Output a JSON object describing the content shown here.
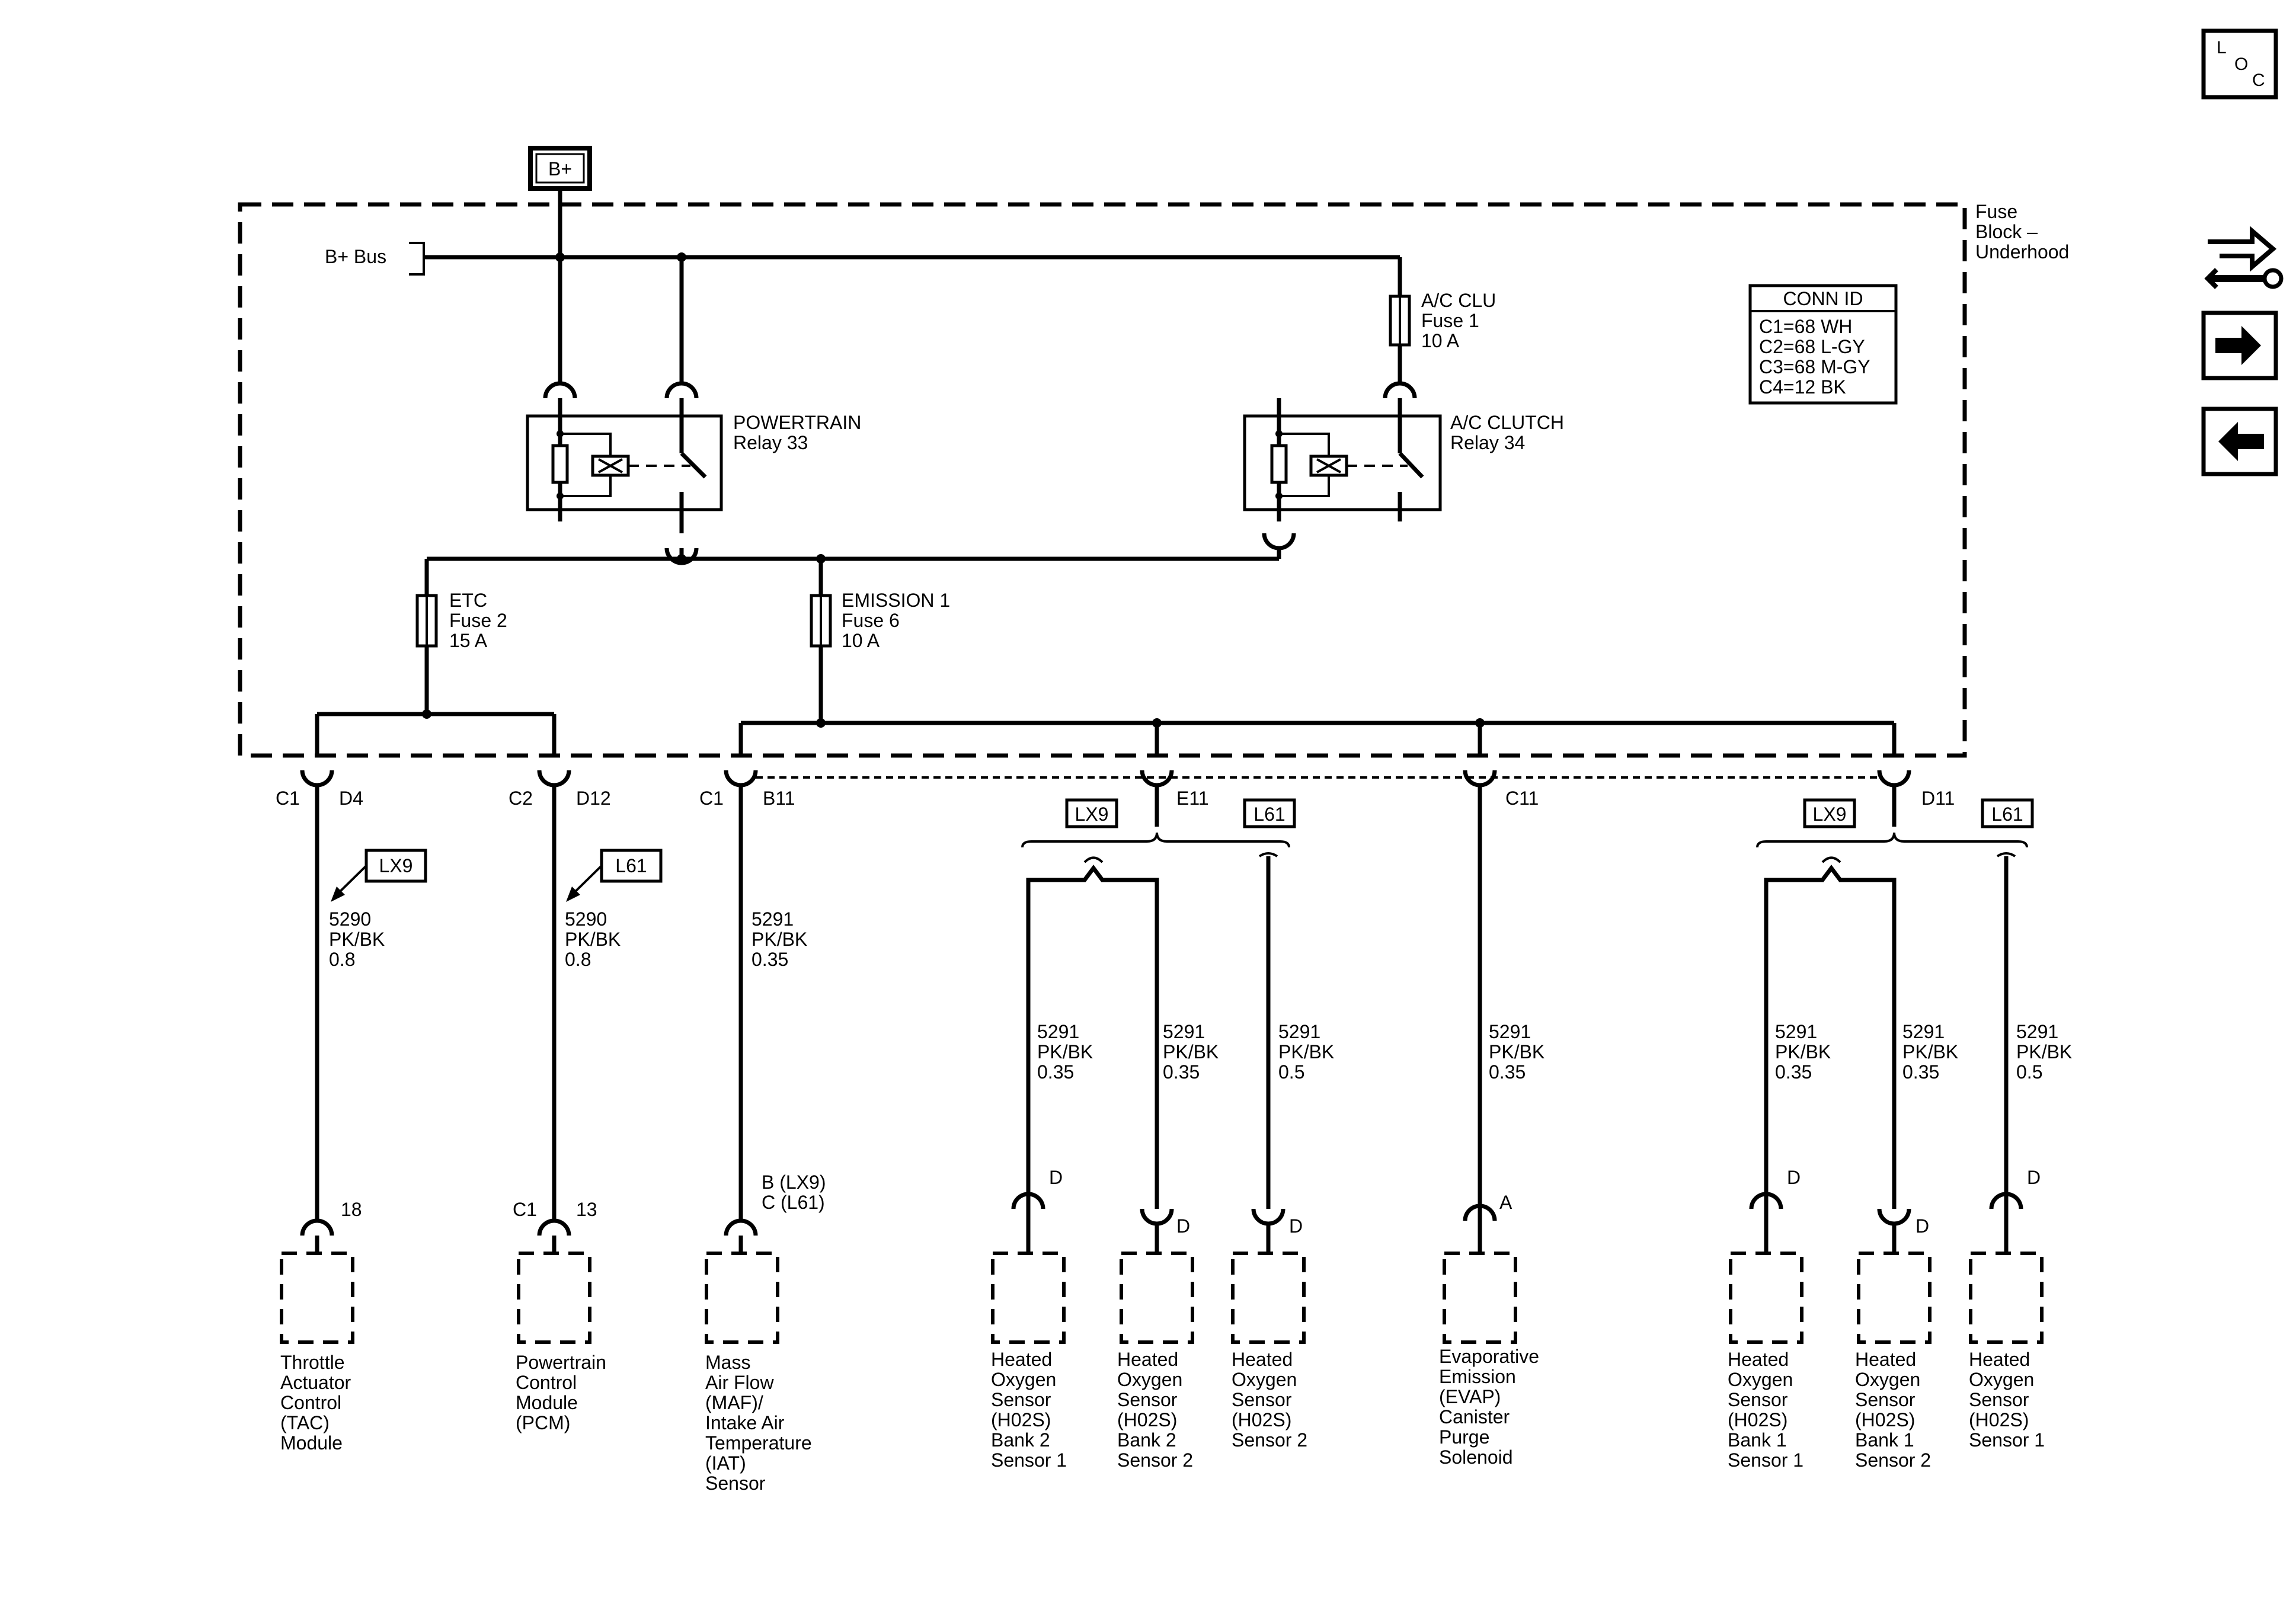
{
  "source": {
    "label": "B+"
  },
  "bus": {
    "label": "B+ Bus"
  },
  "fuse_block": {
    "label_lines": [
      "Fuse",
      "Block –",
      "Underhood"
    ]
  },
  "conn_id": {
    "title": "CONN ID",
    "lines": [
      "C1=68 WH",
      "C2=68 L-GY",
      "C3=68 M-GY",
      "C4=12 BK"
    ]
  },
  "relays": [
    {
      "name": "POWERTRAIN",
      "sub": "Relay 33"
    },
    {
      "name": "A/C CLUTCH",
      "sub": "Relay 34"
    }
  ],
  "fuses": [
    {
      "name": "A/C CLU",
      "sub": "Fuse 1",
      "rating": "10 A"
    },
    {
      "name": "ETC",
      "sub": "Fuse 2",
      "rating": "15 A"
    },
    {
      "name": "EMISSION 1",
      "sub": "Fuse 6",
      "rating": "10 A"
    }
  ],
  "connectors": [
    {
      "conn": "C1",
      "pin": "D4"
    },
    {
      "conn": "C2",
      "pin": "D12"
    },
    {
      "conn": "C1",
      "pin": "B11"
    },
    {
      "conn": "",
      "pin": "E11"
    },
    {
      "conn": "",
      "pin": "C11"
    },
    {
      "conn": "",
      "pin": "D11"
    }
  ],
  "option_tags": [
    "LX9",
    "L61",
    "LX9",
    "L61",
    "LX9",
    "L61"
  ],
  "wires": [
    {
      "circuit": "5290",
      "color": "PK/BK",
      "gauge": "0.8"
    },
    {
      "circuit": "5290",
      "color": "PK/BK",
      "gauge": "0.8"
    },
    {
      "circuit": "5291",
      "color": "PK/BK",
      "gauge": "0.35"
    },
    {
      "circuit": "5291",
      "color": "PK/BK",
      "gauge": "0.35"
    },
    {
      "circuit": "5291",
      "color": "PK/BK",
      "gauge": "0.35"
    },
    {
      "circuit": "5291",
      "color": "PK/BK",
      "gauge": "0.5"
    },
    {
      "circuit": "5291",
      "color": "PK/BK",
      "gauge": "0.35"
    },
    {
      "circuit": "5291",
      "color": "PK/BK",
      "gauge": "0.35"
    },
    {
      "circuit": "5291",
      "color": "PK/BK",
      "gauge": "0.35"
    },
    {
      "circuit": "5291",
      "color": "PK/BK",
      "gauge": "0.5"
    }
  ],
  "component_pins": [
    {
      "conn": "",
      "pin": "18"
    },
    {
      "conn": "C1",
      "pin": "13"
    },
    {
      "conn": "B (LX9)",
      "pin": "C (L61)"
    },
    {
      "conn": "",
      "pin": "D"
    },
    {
      "conn": "",
      "pin": "D"
    },
    {
      "conn": "",
      "pin": "D"
    },
    {
      "conn": "",
      "pin": "A"
    },
    {
      "conn": "",
      "pin": "D"
    },
    {
      "conn": "",
      "pin": "D"
    },
    {
      "conn": "",
      "pin": "D"
    }
  ],
  "components": [
    {
      "lines": [
        "Throttle",
        "Actuator",
        "Control",
        "(TAC)",
        "Module"
      ]
    },
    {
      "lines": [
        "Powertrain",
        "Control",
        "Module",
        "(PCM)"
      ]
    },
    {
      "lines": [
        "Mass",
        "Air Flow",
        "(MAF)/",
        "Intake Air",
        "Temperature",
        "(IAT)",
        "Sensor"
      ]
    },
    {
      "lines": [
        "Heated",
        "Oxygen",
        "Sensor",
        "(H02S)",
        "Bank 2",
        "Sensor 1"
      ]
    },
    {
      "lines": [
        "Heated",
        "Oxygen",
        "Sensor",
        "(H02S)",
        "Bank 2",
        "Sensor 2"
      ]
    },
    {
      "lines": [
        "Heated",
        "Oxygen",
        "Sensor",
        "(H02S)",
        "Sensor 2"
      ]
    },
    {
      "lines": [
        "Evaporative",
        "Emission",
        "(EVAP)",
        "Canister",
        "Purge",
        "Solenoid"
      ]
    },
    {
      "lines": [
        "Heated",
        "Oxygen",
        "Sensor",
        "(H02S)",
        "Bank 1",
        "Sensor 1"
      ]
    },
    {
      "lines": [
        "Heated",
        "Oxygen",
        "Sensor",
        "(H02S)",
        "Bank 1",
        "Sensor 2"
      ]
    },
    {
      "lines": [
        "Heated",
        "Oxygen",
        "Sensor",
        "(H02S)",
        "Sensor 1"
      ]
    }
  ],
  "nav": {
    "loc_letters": [
      "L",
      "O",
      "C"
    ],
    "icons": [
      "connector-wrench-icon",
      "arrow-right-icon",
      "arrow-left-icon"
    ]
  }
}
